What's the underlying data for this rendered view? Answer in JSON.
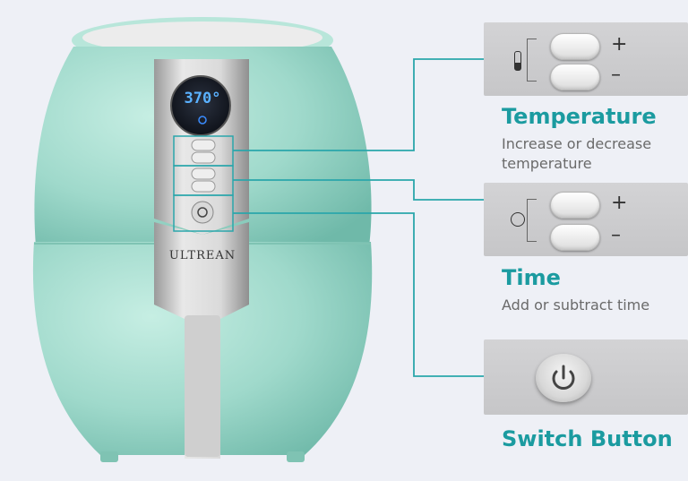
{
  "fryer": {
    "display_value": "370°",
    "brand": "ULTREAN",
    "body_color": "#9fd9cb"
  },
  "callouts": {
    "temperature": {
      "title": "Temperature",
      "desc_line1": "Increase or decrease",
      "desc_line2": "temperature",
      "plus": "+",
      "minus": "–"
    },
    "time": {
      "title": "Time",
      "desc": "Add or subtract time",
      "plus": "+",
      "minus": "–"
    },
    "switch": {
      "title": "Switch Button"
    }
  },
  "colors": {
    "accent": "#1b9ba0",
    "connector": "#2aa6ab"
  }
}
